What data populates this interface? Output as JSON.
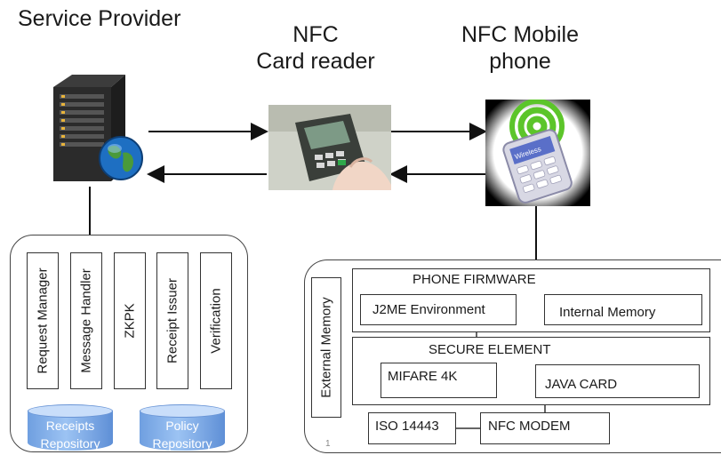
{
  "titles": {
    "service_provider": "Service Provider",
    "card_reader_line1": "NFC",
    "card_reader_line2": "Card reader",
    "mobile_line1": "NFC Mobile",
    "mobile_line2": "phone"
  },
  "service_provider_modules": [
    "Request Manager",
    "Message Handler",
    "ZKPK",
    "Receipt Issuer",
    "Verification"
  ],
  "repositories": {
    "receipts_line1": "Receipts",
    "receipts_line2": "Repository",
    "policy_line1": "Policy",
    "policy_line2": "Repository"
  },
  "phone_architecture": {
    "external_memory": "External Memory",
    "firmware_title": "PHONE FIRMWARE",
    "j2me": "J2ME Environment",
    "internal_memory": "Internal  Memory",
    "secure_element_title": "SECURE ELEMENT",
    "mifare": "MIFARE  4K",
    "java_card": "JAVA CARD",
    "iso": "ISO 14443",
    "nfc_modem": "NFC  MODEM",
    "page_number": "1"
  },
  "icons": {
    "server": "server-icon",
    "globe": "globe-icon",
    "card_reader": "card-reader-photo",
    "phone": "nfc-phone-icon"
  },
  "colors": {
    "repository_fill": "#7aa7e6",
    "globe_ocean": "#1e6fc2",
    "wireless_green": "#5cc52a"
  }
}
